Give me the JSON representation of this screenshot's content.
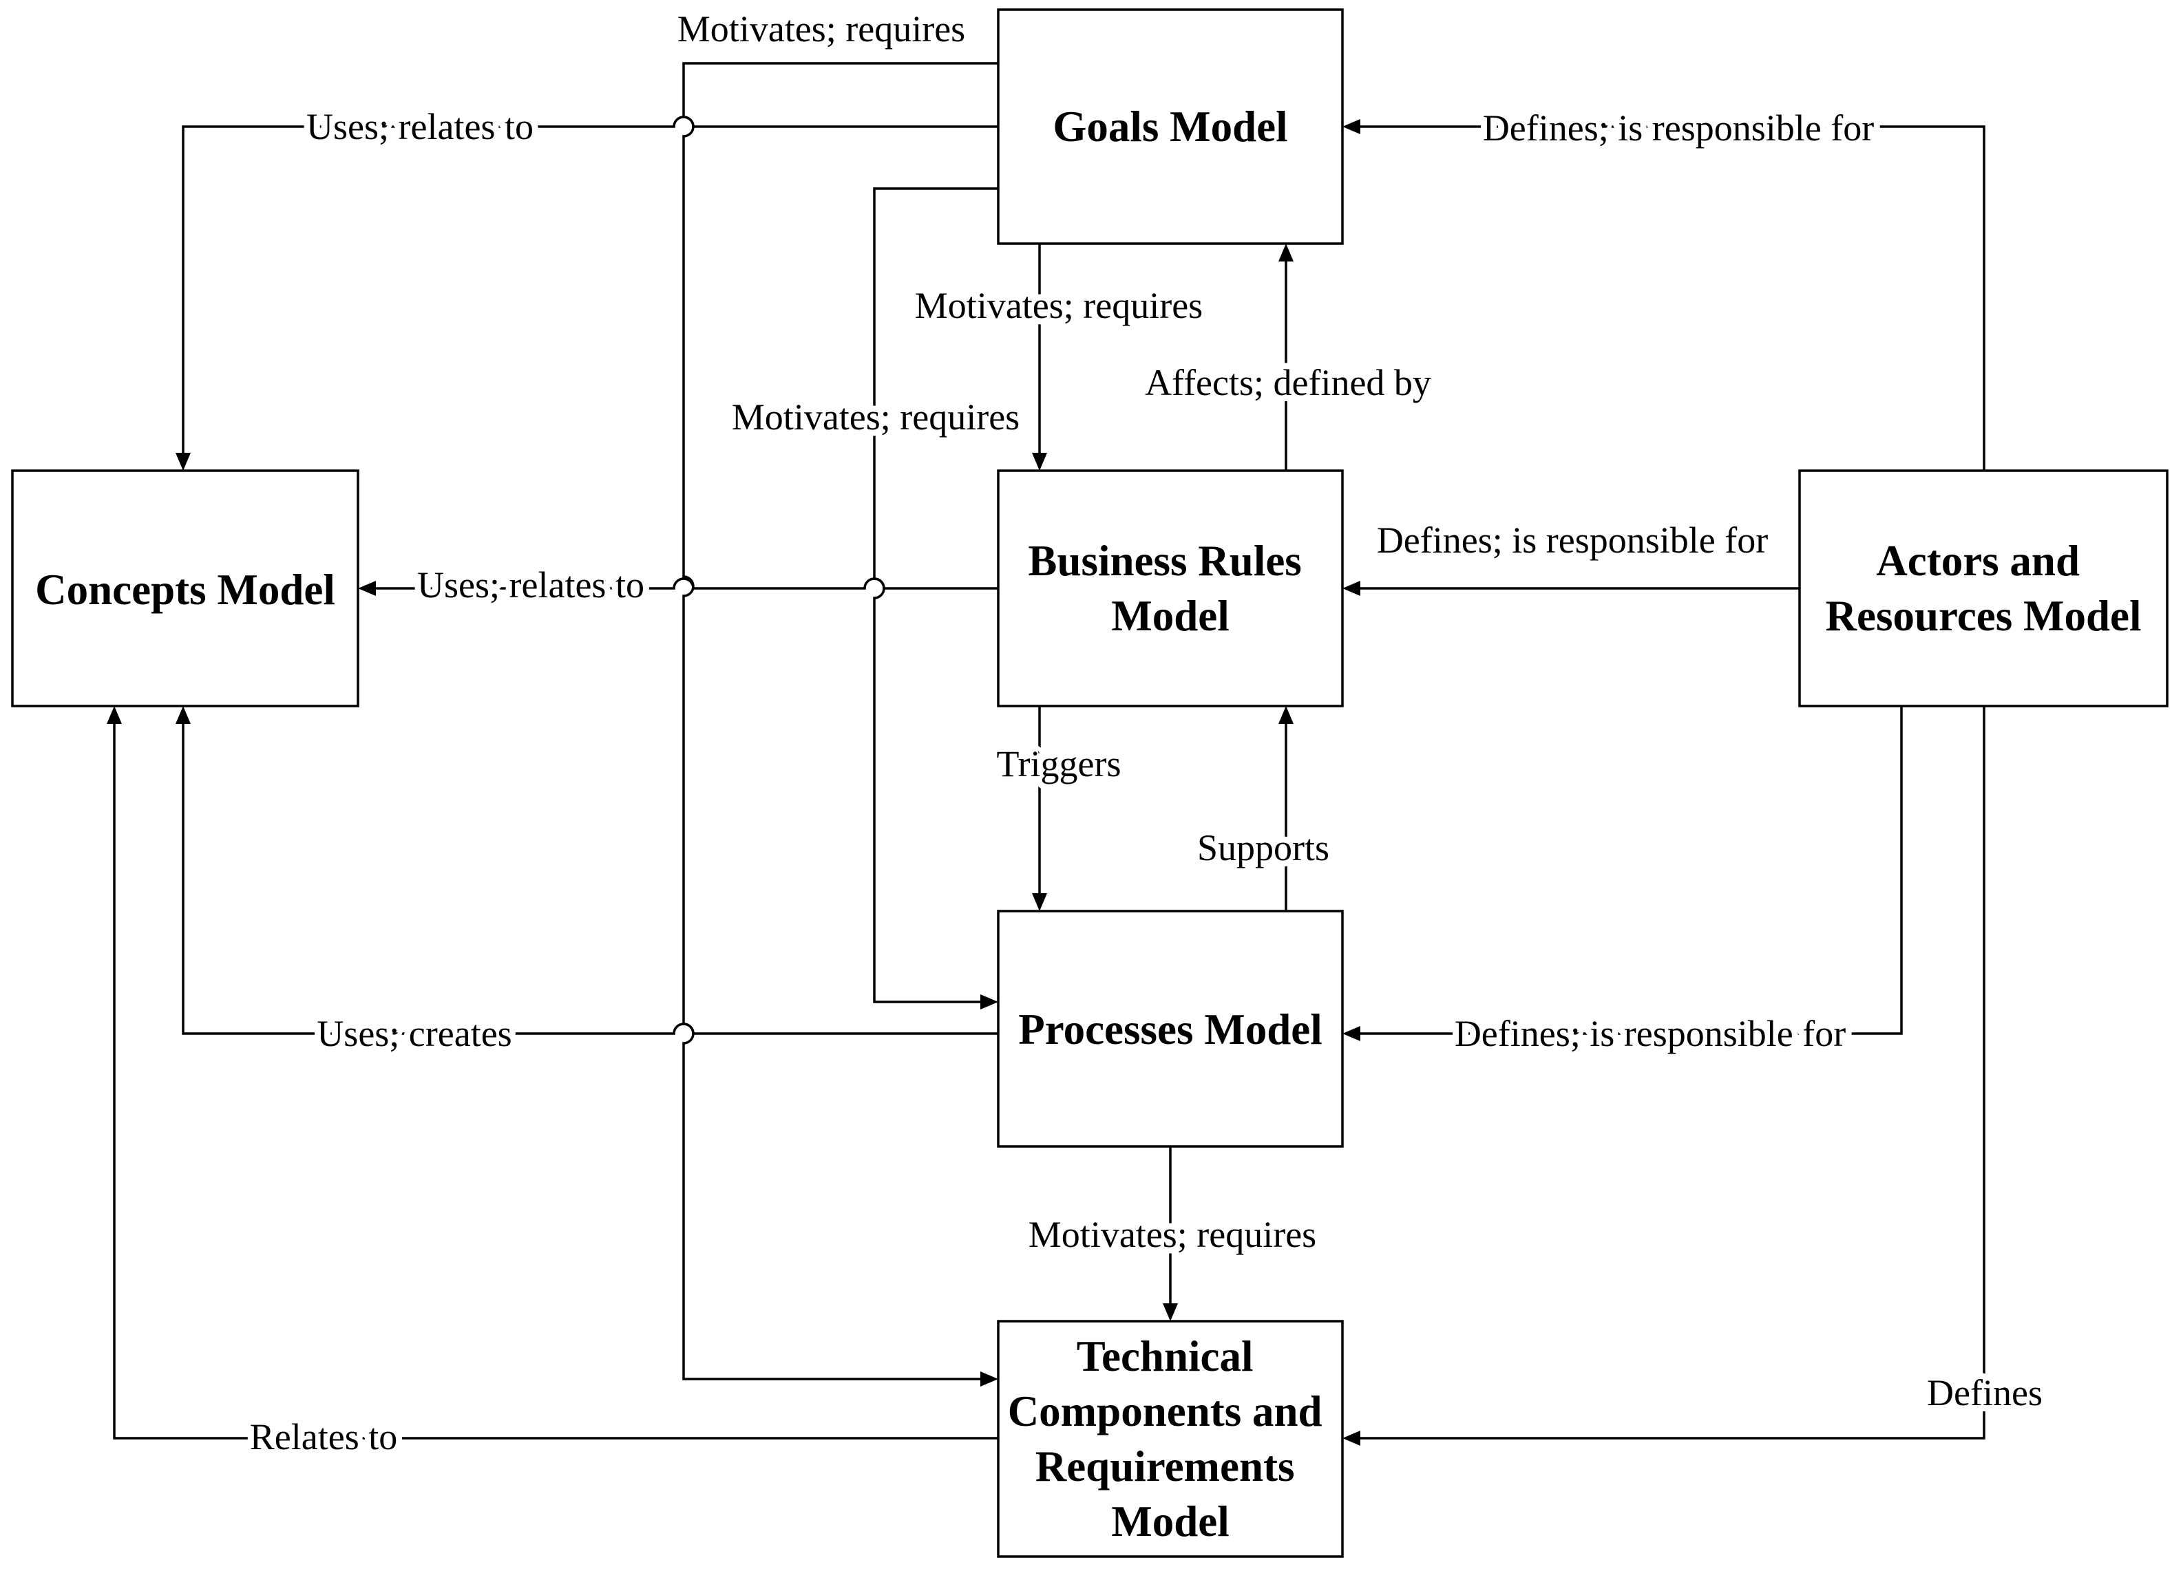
{
  "boxes": {
    "goals": [
      "Goals Model"
    ],
    "concepts": [
      "Concepts Model"
    ],
    "rules": [
      "Business Rules",
      "Model"
    ],
    "actors": [
      "Actors and",
      "Resources Model"
    ],
    "processes": [
      "Processes Model"
    ],
    "technical": [
      "Technical",
      "Components and",
      "Requirements",
      "Model"
    ]
  },
  "labels": {
    "goals_to_technical": "Motivates; requires",
    "goals_to_concepts": "Uses; relates to",
    "actors_to_goals": "Defines; is responsible for",
    "goals_to_rules": "Motivates; requires",
    "rules_to_goals": "Affects; defined by",
    "goals_to_processes": "Motivates; requires",
    "actors_to_rules": "Defines; is responsible for",
    "rules_to_concepts": "Uses; relates to",
    "rules_to_processes": "Triggers",
    "processes_to_rules": "Supports",
    "processes_to_concepts": "Uses; creates",
    "actors_to_processes": "Defines; is responsible for",
    "processes_to_technical": "Motivates; requires",
    "actors_to_technical": "Defines",
    "technical_to_concepts": "Relates to"
  },
  "colors": {
    "line": "#000000",
    "background": "#ffffff"
  }
}
